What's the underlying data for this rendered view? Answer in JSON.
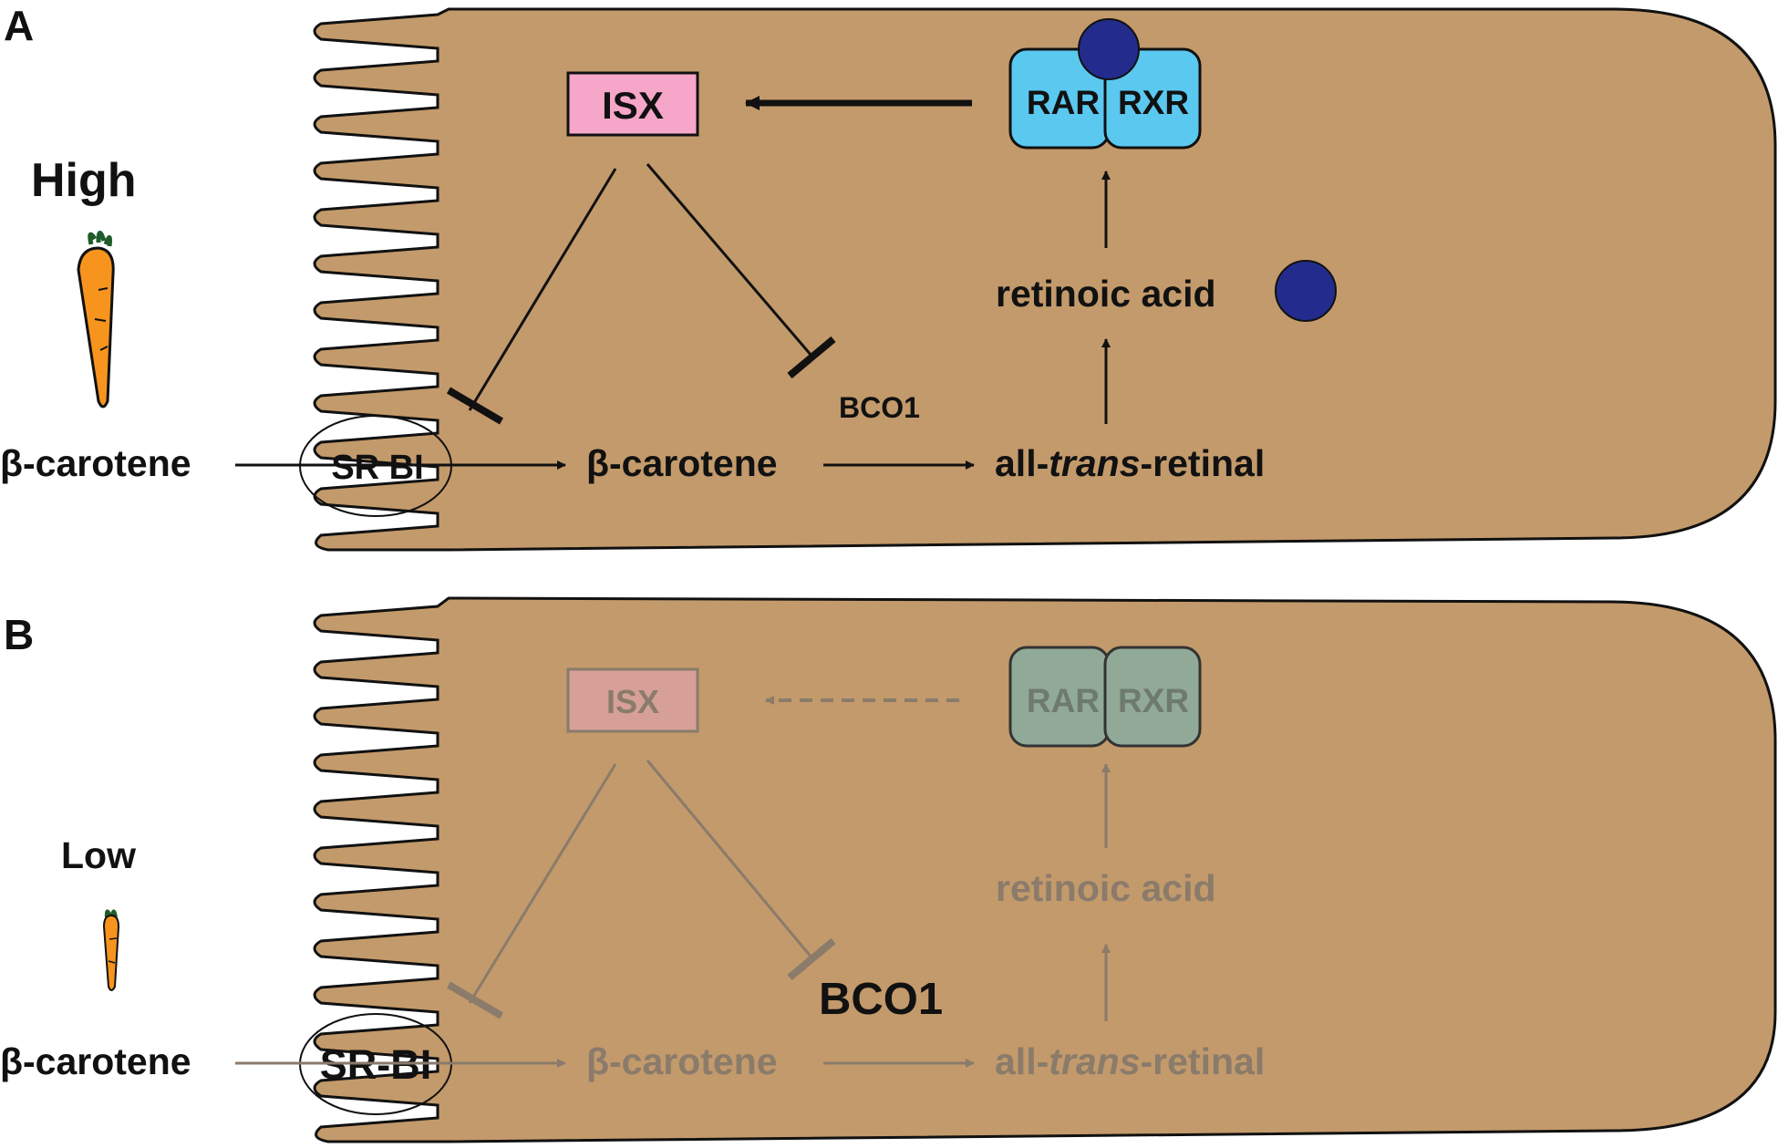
{
  "panel_a": {
    "letter": "A",
    "level": "High",
    "beta_carotene_outside": "β-carotene",
    "receptor": "SR BI",
    "beta_carotene_inside": "β-carotene",
    "retinal_prefix": "all-",
    "retinal_italic": "trans",
    "retinal_suffix": "-retinal",
    "retinoic_acid": "retinoic acid",
    "isx": "ISX",
    "rar": "RAR",
    "rxr": "RXR",
    "bco1": "BCO1"
  },
  "panel_b": {
    "letter": "B",
    "level": "Low",
    "beta_carotene_outside": "β-carotene",
    "receptor": "SR-BI",
    "beta_carotene_inside": "β-carotene",
    "retinal_prefix": "all-",
    "retinal_italic": "trans",
    "retinal_suffix": "-retinal",
    "retinoic_acid": "retinoic acid",
    "isx": "ISX",
    "rar": "RAR",
    "rxr": "RXR",
    "bco1": "BCO1"
  },
  "colors": {
    "cell": "#c39a6b",
    "isx_active": "#f6a6c9",
    "isx_faded": "#d6a096",
    "receptor_active": "#5bc8f0",
    "receptor_faded": "#91aa98",
    "ligand": "#232c8c",
    "faded": "#8a7b6b",
    "carrot": "#f7941d",
    "carrot_top": "#1e5d2b"
  }
}
